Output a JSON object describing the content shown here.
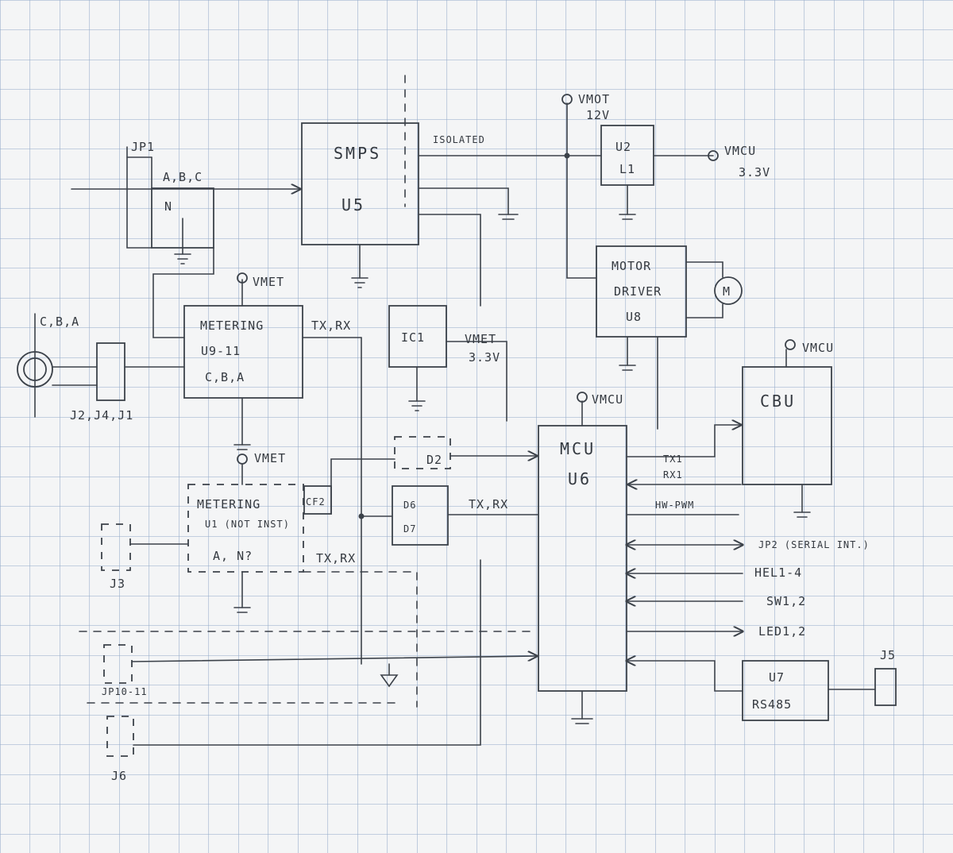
{
  "blocks": {
    "jp1": "JP1",
    "abc": "A,B,C",
    "n": "N",
    "smps": "SMPS",
    "u5": "U5",
    "isolated": "ISOLATED",
    "vmot": "VMOT",
    "v12": "12V",
    "u2": "U2",
    "l1": "L1",
    "vmcu_top": "VMCU",
    "v33_top": "3.3V",
    "motor": "MOTOR",
    "driver": "DRIVER",
    "u8": "U8",
    "m": "M",
    "vmet1": "VMET",
    "metering1": "METERING",
    "u911": "U9-11",
    "cba": "C,B,A",
    "txrx1": "TX,RX",
    "ic1": "IC1",
    "vmet2": "VMET",
    "v33_met": "3.3V",
    "cba_in": "C,B,A",
    "j2": "J2,J4,J1",
    "vmcu_mid": "VMCU",
    "mcu": "MCU",
    "u6": "U6",
    "vmcu_cbu": "VMCU",
    "cbu": "CBU",
    "vmet3": "VMET",
    "d2": "D2",
    "tx1": "TX1",
    "rx1": "RX1",
    "metering2": "METERING",
    "u1": "U1 (NOT INST)",
    "an": "A, N?",
    "cf2": "CF2",
    "d6": "D6",
    "d7": "D7",
    "txrx2": "TX,RX",
    "hwpwm": "HW-PWM",
    "j3": "J3",
    "txrx3": "TX,RX",
    "jp2": "JP2 (SERIAL INT.)",
    "hel": "HEL1-4",
    "sw": "SW1,2",
    "led": "LED1,2",
    "jp10": "JP10-11",
    "u7": "U7",
    "rs485": "RS485",
    "j5": "J5",
    "j6": "J6"
  }
}
